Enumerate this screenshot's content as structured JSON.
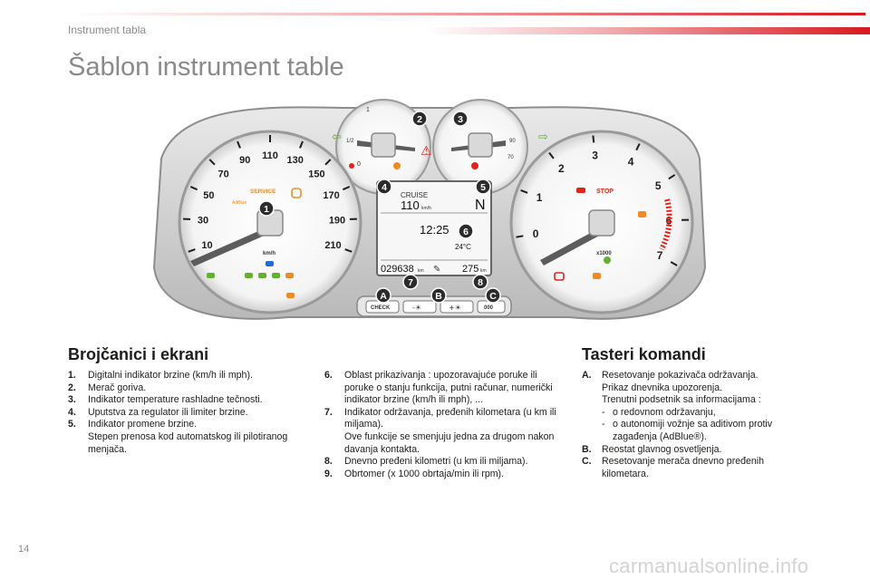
{
  "header": {
    "section": "Instrument tabla"
  },
  "page_title": "Šablon instrument table",
  "cluster": {
    "speedo_ticks": [
      "10",
      "30",
      "50",
      "70",
      "90",
      "110",
      "130",
      "150",
      "170",
      "190",
      "210"
    ],
    "speedo_unit": "km/h",
    "service_label": "SERVICE",
    "adblue_label": "AdBlue",
    "tacho_ticks": [
      "0",
      "1",
      "2",
      "3",
      "4",
      "5",
      "6",
      "7"
    ],
    "tacho_unit": "x1000",
    "stop_label": "STOP",
    "gauge_left": {
      "top": "1",
      "mid": "1/2",
      "bottom": "0"
    },
    "gauge_right": {
      "mid": "90",
      "bottom": "70"
    },
    "display": {
      "cruise": "CRUISE",
      "speed": "110",
      "speed_unit": "km/h",
      "gear": "N",
      "time": "12:25",
      "temp": "24°C",
      "odo": "029638",
      "odo_unit": "km",
      "trip": "275",
      "trip_unit": "km"
    },
    "buttons": {
      "check": "CHECK",
      "minus": "-☀",
      "plus": "+☀",
      "reset": "000"
    },
    "callouts": [
      "1",
      "2",
      "3",
      "4",
      "5",
      "6",
      "7",
      "8",
      "A",
      "B",
      "C"
    ]
  },
  "left_section": {
    "heading": "Brojčanici i ekrani",
    "items": [
      {
        "num": "1.",
        "text": "Digitalni indikator brzine (km/h ili mph)."
      },
      {
        "num": "2.",
        "text": "Merač goriva."
      },
      {
        "num": "3.",
        "text": "Indikator temperature rashladne tečnosti."
      },
      {
        "num": "4.",
        "text": "Uputstva za regulator ili limiter brzine."
      },
      {
        "num": "5.",
        "text": "Indikator promene brzine.",
        "text2": "Stepen prenosa kod automatskog ili pilotiranog menjača."
      }
    ]
  },
  "middle_section": {
    "items": [
      {
        "num": "6.",
        "text": "Oblast prikazivanja : upozoravajuće poruke ili poruke o stanju funkcija, putni računar, numerički indikator brzine (km/h ili mph), ..."
      },
      {
        "num": "7.",
        "text": "Indikator održavanja, pređenih kilometara (u km ili miljama).",
        "text2": "Ove funkcije se smenjuju jedna za drugom nakon davanja kontakta."
      },
      {
        "num": "8.",
        "text": "Dnevno pređeni kilometri (u km ili miljama)."
      },
      {
        "num": "9.",
        "text": "Obrtomer (x 1000 obrtaja/min ili rpm)."
      }
    ]
  },
  "right_section": {
    "heading": "Tasteri komandi",
    "A": {
      "num": "A.",
      "text": "Resetovanje pokazivača održavanja.",
      "text2": "Prikaz dnevnika upozorenja.",
      "text3": "Trenutni podsetnik sa informacijama :",
      "bullets": [
        "o redovnom održavanju,",
        "o autonomiji vožnje sa aditivom protiv zagađenja (AdBlue®)."
      ]
    },
    "B": {
      "num": "B.",
      "text": "Reostat glavnog osvetljenja."
    },
    "C": {
      "num": "C.",
      "text": "Resetovanje merača dnevno pređenih kilometara."
    }
  },
  "footer": {
    "page_number": "14",
    "watermark": "carmanualsonline.info"
  },
  "colors": {
    "accent_red": "#d71920",
    "callout": "#2b2b2b",
    "warning_green": "#63b131",
    "warning_orange": "#f08a24",
    "stop_red": "#e2231a"
  }
}
